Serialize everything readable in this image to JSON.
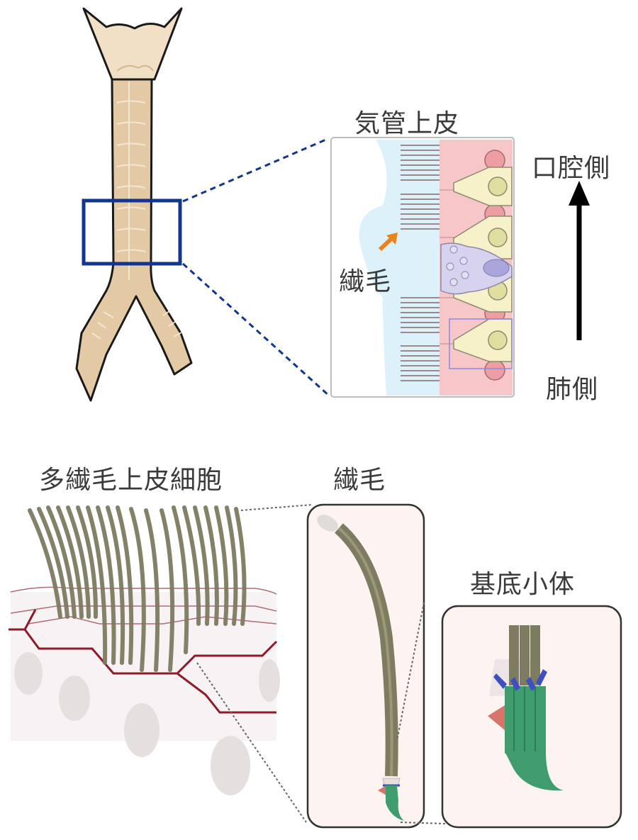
{
  "top_panel": {
    "epithelium_title": "気管上皮",
    "cilia_label": "繊毛",
    "direction": {
      "up_label": "口腔側",
      "down_label": "肺側"
    }
  },
  "bottom_panel": {
    "multiciliated_title": "多繊毛上皮細胞",
    "cilium_title": "繊毛",
    "basal_body_title": "基底小体"
  },
  "colors": {
    "trachea_fill": "#e3caa4",
    "trachea_top_fill": "#f1e0c6",
    "highlight_box": "#14358f",
    "mucus": "#dcf1f9",
    "cell_pink": "#f7c6c8",
    "nucleus_cell": "#f6f1c8",
    "goblet": "#d7d3ee",
    "arrow_orange": "#e9831a",
    "cilia_olive": "#7d7b60",
    "cell_border": "#8e1a2a",
    "panel_bg": "#fdf4f1",
    "basal_green": "#3f9d6d",
    "basal_blue": "#3f4fc0",
    "basal_red": "#d8746c"
  }
}
